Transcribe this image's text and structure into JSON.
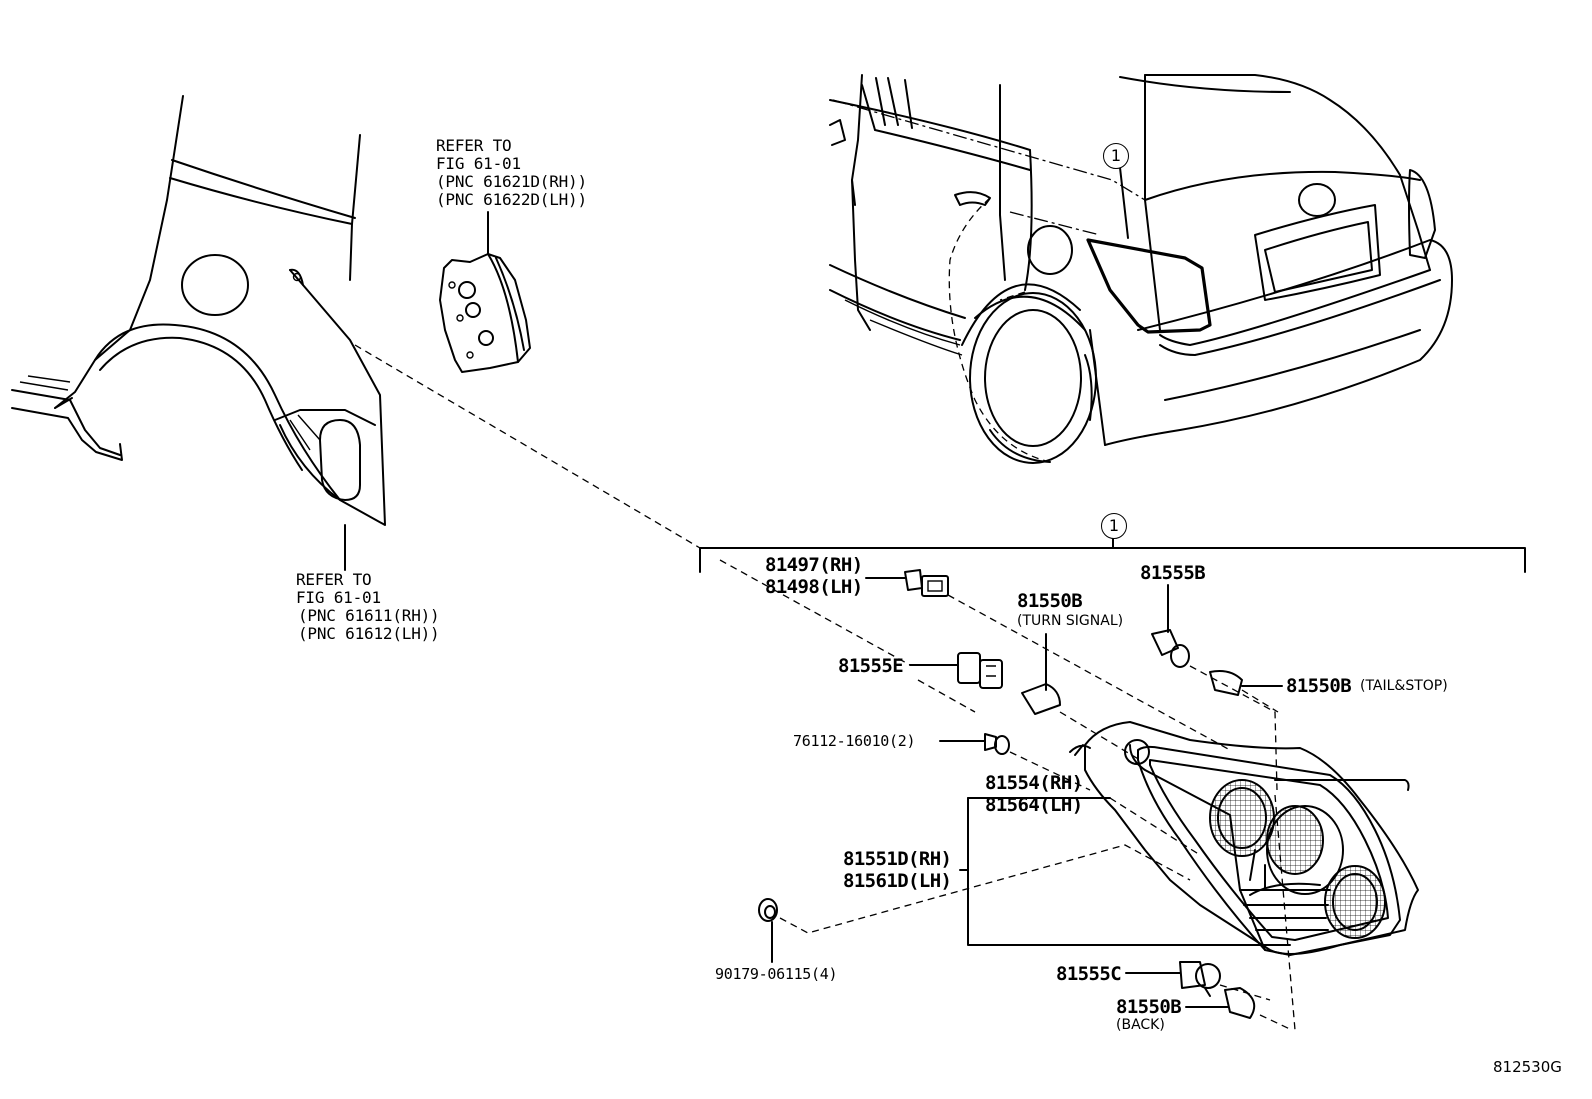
{
  "callouts": {
    "car_view": "1",
    "assembly": "1"
  },
  "refer_quarter_lower": [
    "REFER TO",
    "FIG 61-01",
    "(PNC 61611(RH))",
    "(PNC 61612(LH))"
  ],
  "refer_quarter_upper": [
    "REFER TO",
    "FIG 61-01",
    "(PNC 61621D(RH))",
    "(PNC 61622D(LH))"
  ],
  "parts": {
    "p81497": "81497(RH)",
    "p81498": "81498(LH)",
    "p81555B": "81555B",
    "p81550B_turn": "81550B",
    "turn_signal": "(TURN SIGNAL)",
    "p81555E": "81555E",
    "p81550B_tail": "81550B",
    "tail_stop": "(TAIL&STOP)",
    "p76112": "76112-16010(2)",
    "p81554": "81554(RH)",
    "p81564": "81564(LH)",
    "p81551D": "81551D(RH)",
    "p81561D": "81561D(LH)",
    "p90179": "90179-06115(4)",
    "p81555C": "81555C",
    "p81550B_back": "81550B",
    "back": "(BACK)"
  },
  "figure_code": "812530G"
}
